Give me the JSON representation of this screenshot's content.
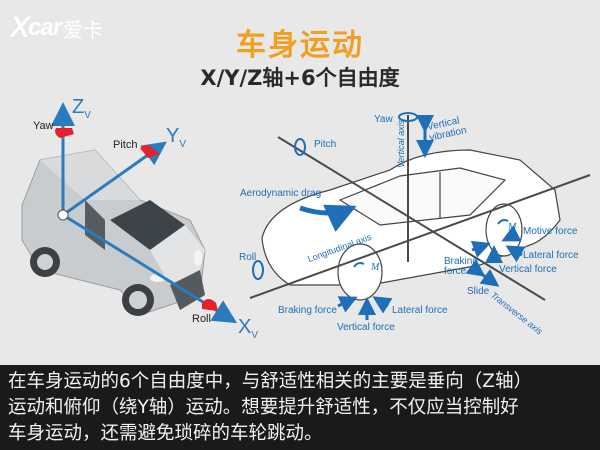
{
  "logo": {
    "mark": "X",
    "wordmark": "car",
    "chinese": "爱卡"
  },
  "header": {
    "title": "车身运动",
    "subtitle": "X/Y/Z轴+6个自由度"
  },
  "colors": {
    "title_orange": "#f0a020",
    "axis_blue": "#2b7bbf",
    "rotation_red": "#e8202a",
    "label_blue": "#1e6eb8",
    "caption_bg": "#1a1a1a",
    "background": "#e8e8e8"
  },
  "left_diagram": {
    "axes": [
      {
        "name": "Z",
        "sub": "V",
        "rotation_label": "Yaw"
      },
      {
        "name": "Y",
        "sub": "V",
        "rotation_label": "Pitch"
      },
      {
        "name": "X",
        "sub": "V",
        "rotation_label": "Roll"
      }
    ]
  },
  "right_diagram": {
    "rotations": {
      "yaw": "Yaw",
      "pitch": "Pitch",
      "roll": "Roll"
    },
    "axes": {
      "vertical": "Vertical axis",
      "longitudinal": "Longitudinal axis",
      "transverse": "Transverse axis"
    },
    "forces": {
      "vertical_vibration_line1": "Vertical",
      "vertical_vibration_line2": "vibration",
      "aerodynamic_drag": "Aerodynamic drag",
      "motive_force": "Motive force",
      "lateral_force_rear": "Lateral force",
      "vertical_force_rear": "Vertical force",
      "braking_force_rear_line1": "Braking",
      "braking_force_rear_line2": "force",
      "slide": "Slide",
      "braking_force_front": "Braking force",
      "lateral_force_front": "Lateral force",
      "vertical_force_front": "Vertical force",
      "wheel_moment": "M"
    }
  },
  "caption": {
    "lines": [
      "在车身运动的6个自由度中，与舒适性相关的主要是垂向（Z轴）",
      "运动和俯仰（绕Y轴）运动。想要提升舒适性，不仅应当控制好",
      "车身运动，还需避免琐碎的车轮跳动。"
    ]
  }
}
